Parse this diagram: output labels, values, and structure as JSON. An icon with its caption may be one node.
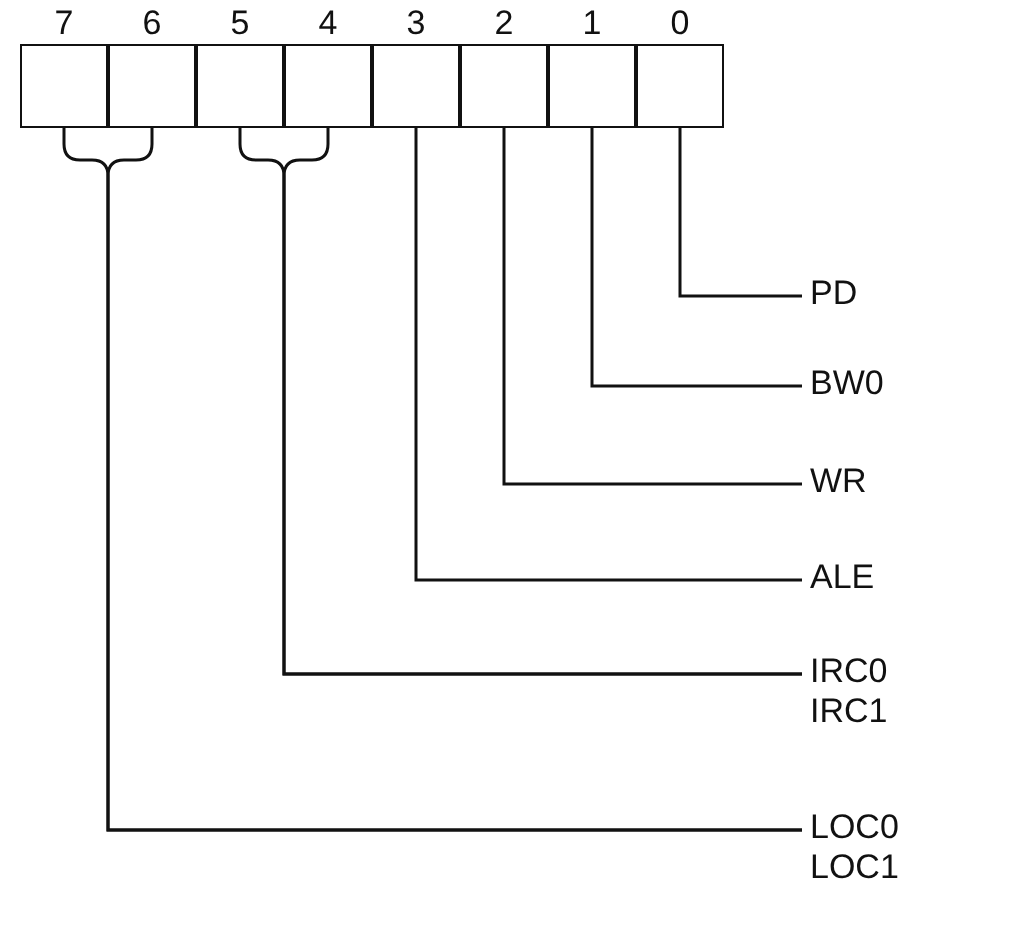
{
  "diagram": {
    "nodes": [
      {
        "text": [
          "7"
        ]
      },
      {
        "text": [
          "6"
        ]
      },
      {
        "text": [
          "5"
        ]
      },
      {
        "text": [
          "4"
        ]
      },
      {
        "text": [
          "3"
        ]
      },
      {
        "text": [
          "2"
        ]
      },
      {
        "text": [
          "1"
        ]
      },
      {
        "text": [
          "0"
        ]
      },
      {
        "text": [
          "PD"
        ]
      },
      {
        "text": [
          "BW0"
        ]
      },
      {
        "text": [
          "WR"
        ]
      },
      {
        "text": [
          "ALE"
        ]
      },
      {
        "text": [
          "IRC0",
          "IRC1"
        ]
      },
      {
        "text": [
          "LOC0",
          "LOC1"
        ]
      }
    ],
    "edges": [
      {
        "from": 0,
        "to": 13,
        "arrow": "none"
      },
      {
        "from": 1,
        "to": 13,
        "arrow": "none"
      },
      {
        "from": 2,
        "to": 12,
        "arrow": "none"
      },
      {
        "from": 3,
        "to": 12,
        "arrow": "none"
      },
      {
        "from": 4,
        "to": 11,
        "arrow": "none"
      },
      {
        "from": 5,
        "to": 10,
        "arrow": "none"
      },
      {
        "from": 6,
        "to": 9,
        "arrow": "none"
      },
      {
        "from": 7,
        "to": 8,
        "arrow": "none"
      }
    ]
  }
}
